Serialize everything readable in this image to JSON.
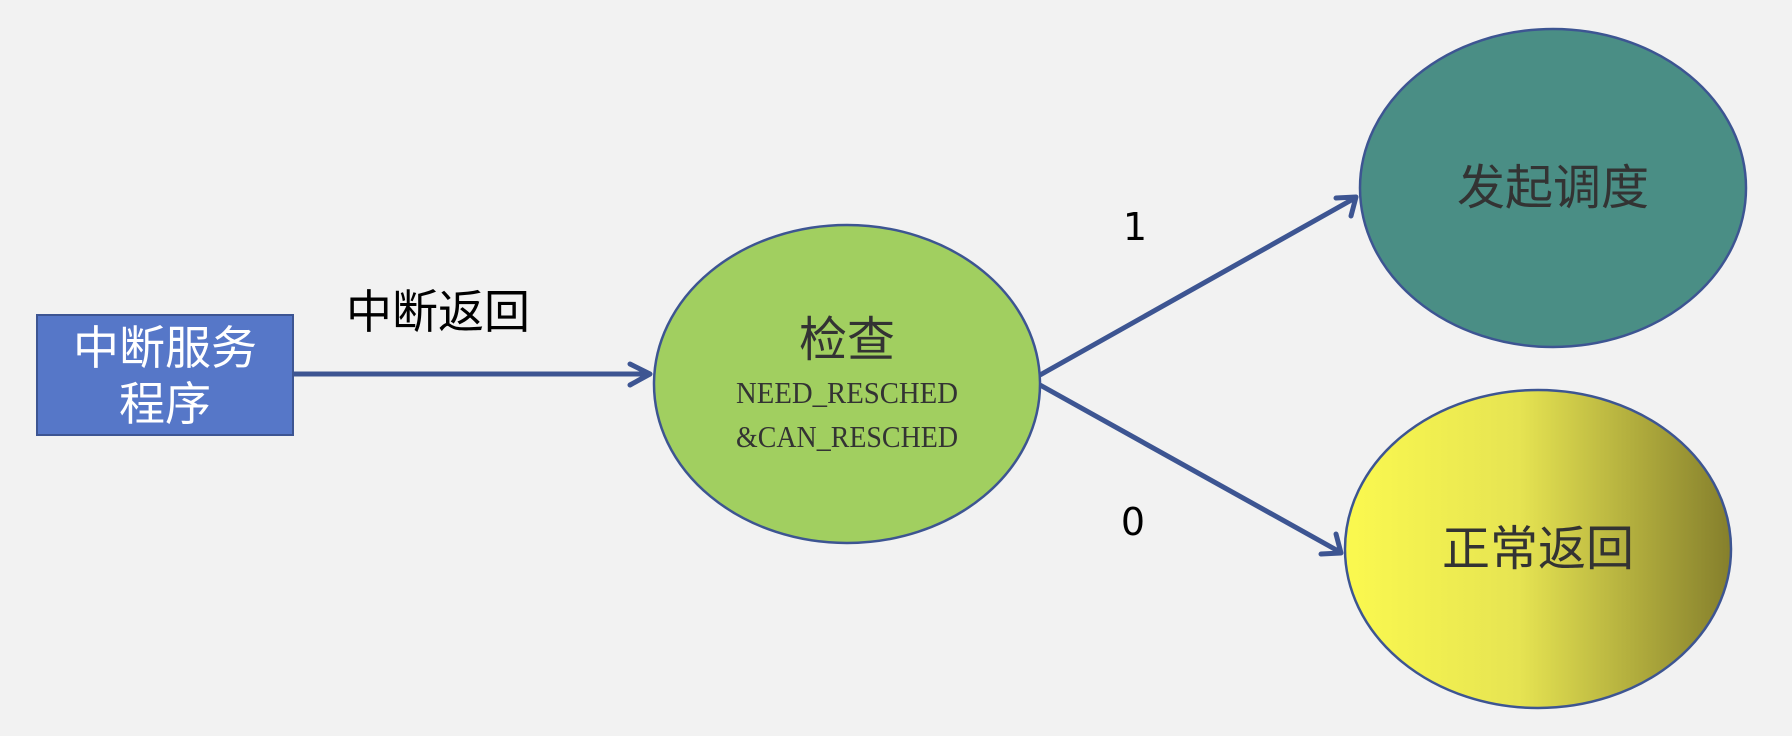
{
  "nodes": {
    "isr": {
      "line1": "中断服务",
      "line2": "程序",
      "fill": "#5677c8"
    },
    "check": {
      "title": "检查",
      "line1": "NEED_RESCHED",
      "line2": "&CAN_RESCHED",
      "fill": "#a1cf60"
    },
    "schedule": {
      "label": "发起调度",
      "fill": "#4a8e85"
    },
    "normal_return": {
      "label": "正常返回",
      "gradient": [
        "#fbf94f",
        "#e6e452",
        "#857f2c"
      ]
    }
  },
  "edges": {
    "isr_to_check": {
      "label": "中断返回"
    },
    "check_to_schedule": {
      "label": "1"
    },
    "check_to_return": {
      "label": "0"
    }
  },
  "colors": {
    "stroke": "#3d5592",
    "background": "#f2f2f2"
  }
}
